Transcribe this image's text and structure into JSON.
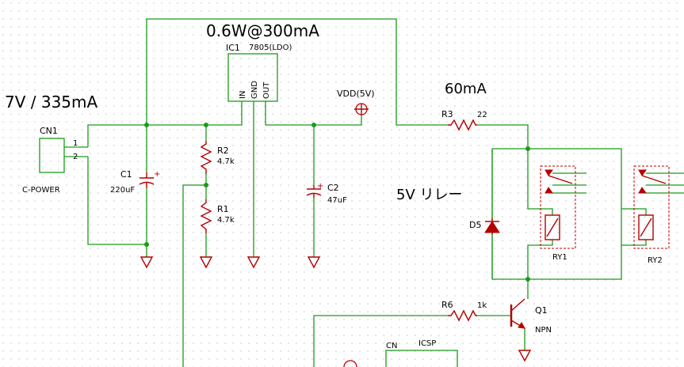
{
  "annotations": {
    "ldo_power": "0.6W@300mA",
    "input_power": "7V / 335mA",
    "relay_current": "60mA",
    "relay_label": "5V リレー"
  },
  "components": {
    "ic1": {
      "ref": "IC1",
      "value": "7805(LDO)",
      "pin_in": "IN",
      "pin_gnd": "GND",
      "pin_out": "OUT"
    },
    "cn1": {
      "ref": "CN1",
      "value": "C-POWER",
      "pin1": "1",
      "pin2": "2"
    },
    "c1": {
      "ref": "C1",
      "value": "220uF"
    },
    "c2": {
      "ref": "C2",
      "value": "47uF"
    },
    "r1": {
      "ref": "R1",
      "value": "4.7k"
    },
    "r2": {
      "ref": "R2",
      "value": "4.7k"
    },
    "r3": {
      "ref": "R3",
      "value": "22"
    },
    "r6": {
      "ref": "R6",
      "value": "1k"
    },
    "q1": {
      "ref": "Q1",
      "value": "NPN"
    },
    "d5": {
      "ref": "D5"
    },
    "ry1": {
      "ref": "RY1"
    },
    "ry2": {
      "ref": "RY2"
    },
    "vdd": {
      "label": "VDD(5V)"
    },
    "cn": {
      "ref": "CN",
      "value": "ICSP"
    }
  },
  "colors": {
    "wire": "#1a9a1a",
    "component": "#b40000",
    "grid": "#c8c8c8"
  }
}
